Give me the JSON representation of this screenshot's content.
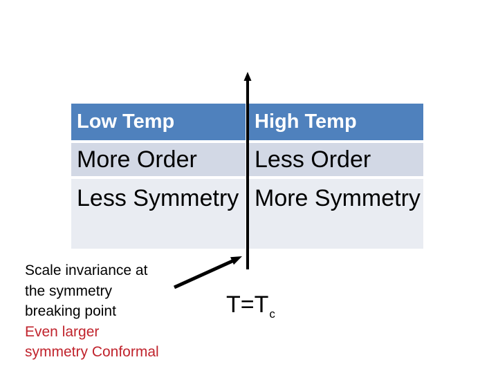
{
  "table": {
    "headers": [
      "Low Temp",
      "High Temp"
    ],
    "rows": [
      [
        "More Order",
        "Less Order"
      ],
      [
        "Less Symmetry",
        "More Symmetry"
      ]
    ]
  },
  "axis_label": {
    "main": "T=T",
    "subscript": "c"
  },
  "annotation": {
    "black_lines": [
      "Scale invariance at",
      "the symmetry",
      "breaking point"
    ],
    "red_lines": [
      "Even larger",
      "symmetry Conformal"
    ]
  },
  "colors": {
    "header_bg": "#4f81bd",
    "header_text": "#ffffff",
    "row_band_1": "#d2d8e5",
    "row_band_2": "#e9ecf2",
    "red_text": "#c0232c",
    "arrow": "#000000",
    "background": "#ffffff"
  }
}
